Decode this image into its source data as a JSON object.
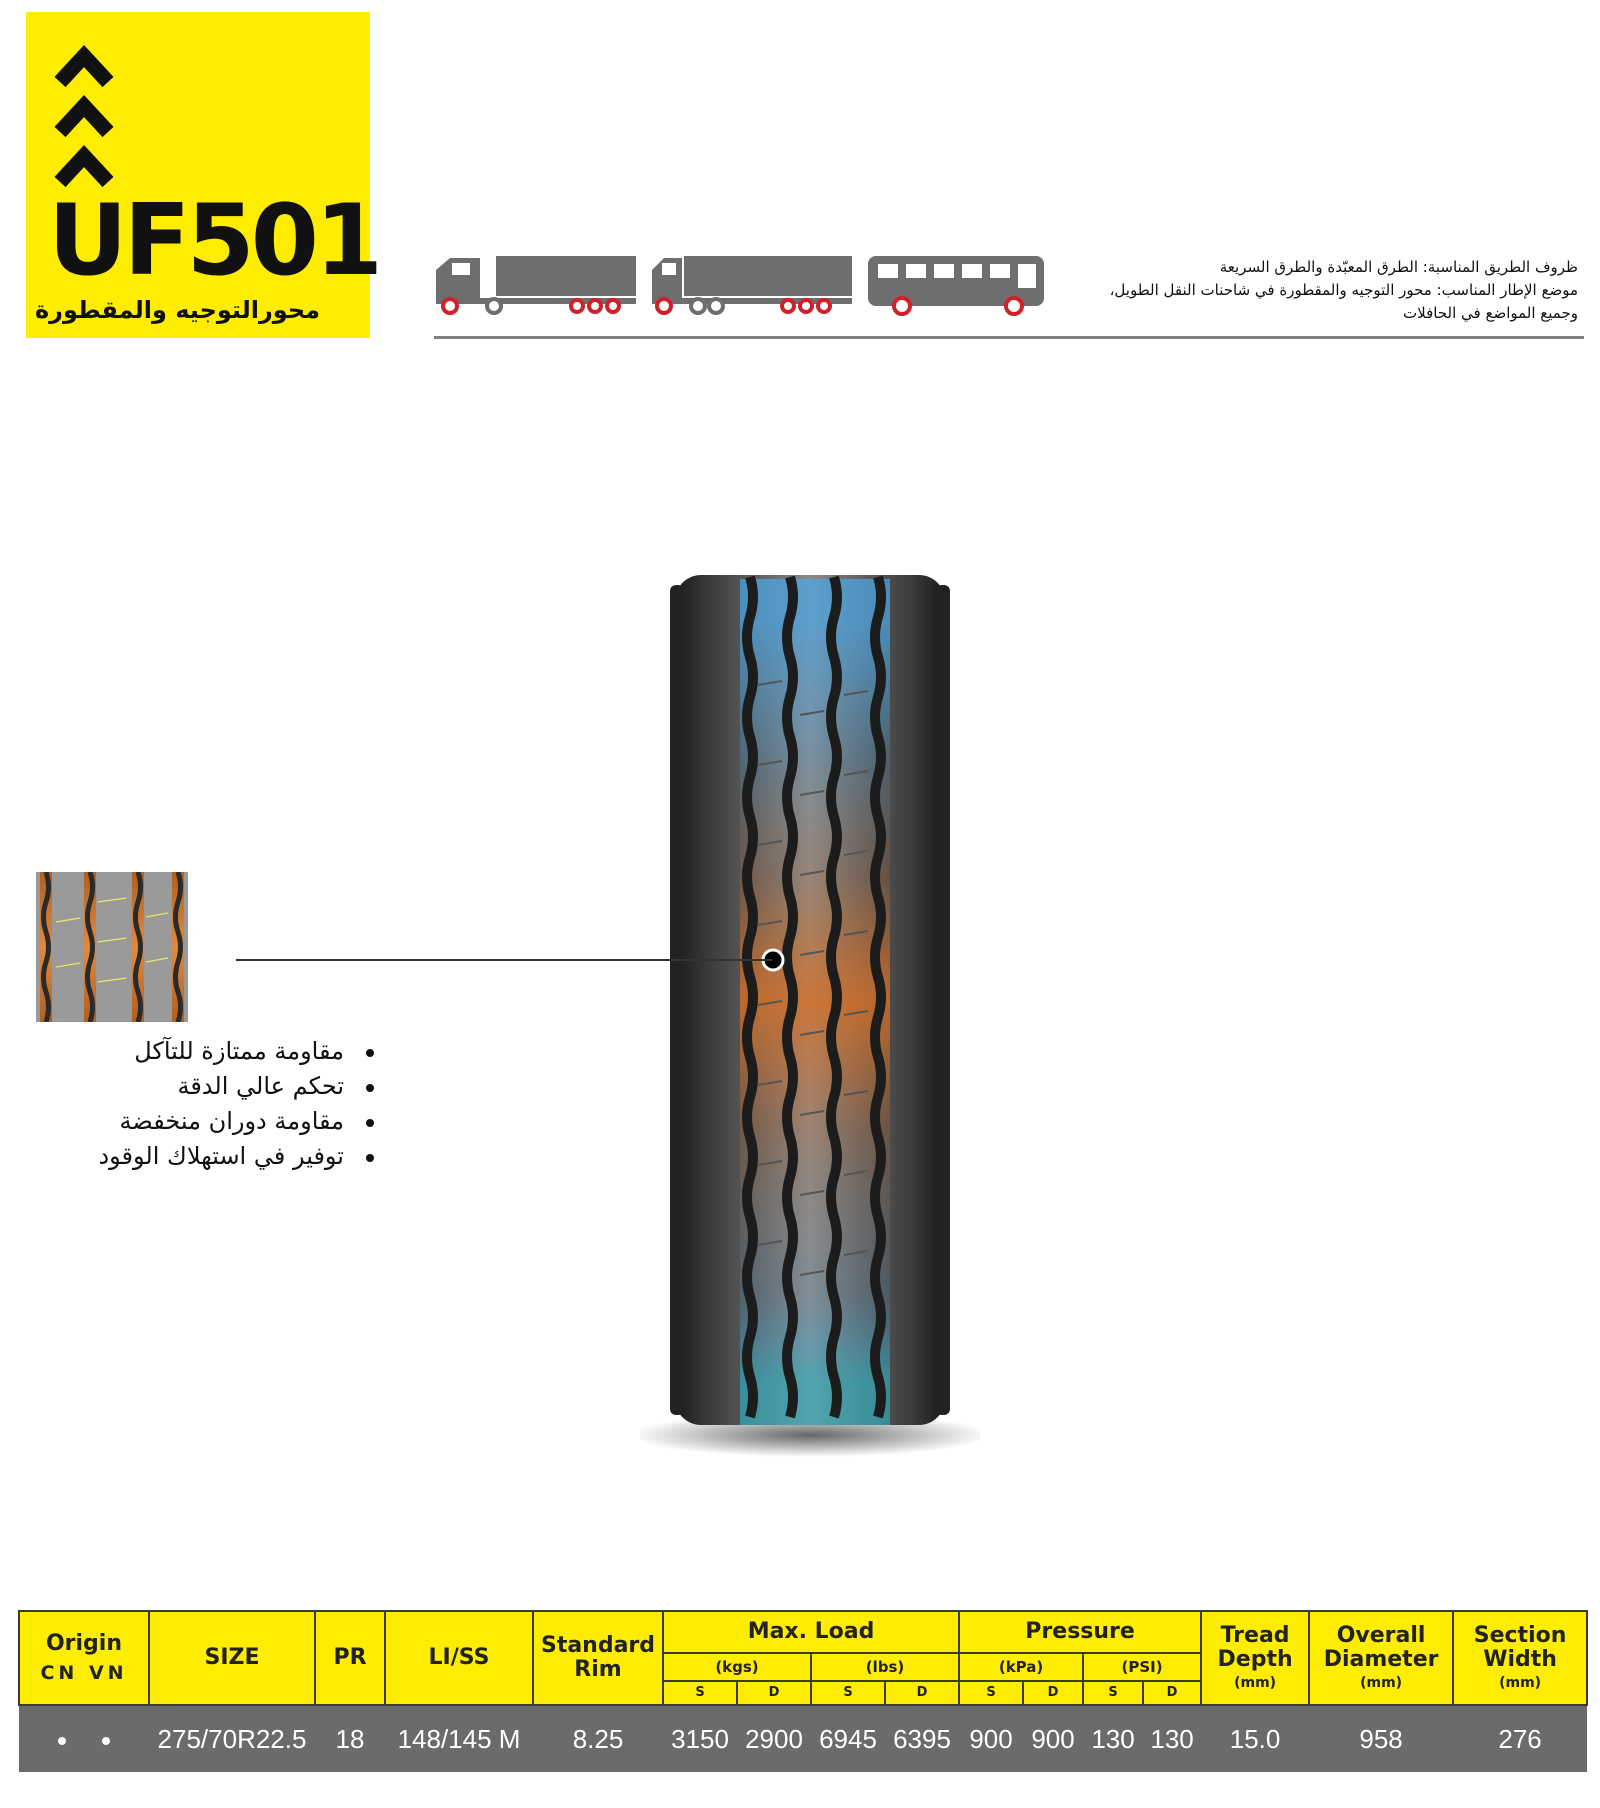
{
  "badge": {
    "model": "UF501",
    "subtitle": "محورالتوجيه والمقطورة",
    "background_color": "#ffed00",
    "icon": "triple-chevron-up-icon"
  },
  "road_info": {
    "line1": "ظروف الطريق المناسبة: الطرق المعبّدة والطرق السريعة",
    "line2": "موضع الإطار المناسب: محور التوجيه والمقطورة في شاحنات النقل الطويل،",
    "line3": "وجميع المواضع في الحافلات",
    "vehicle_icons": [
      "semi-truck-trailer-icon",
      "truck-trailer-icon",
      "bus-icon"
    ]
  },
  "features": [
    "مقاومة ممتازة للتآكل",
    "تحكم عالي الدقة",
    "مقاومة دوران منخفضة",
    "توفير في استهلاك الوقود"
  ],
  "table": {
    "headers": {
      "origin": "Origin",
      "origin_cn": "CN",
      "origin_vn": "VN",
      "size": "SIZE",
      "pr": "PR",
      "liss": "LI/SS",
      "rim_line1": "Standard",
      "rim_line2": "Rim",
      "max_load": "Max. Load",
      "kgs": "(kgs)",
      "lbs": "(lbs)",
      "pressure": "Pressure",
      "kpa": "(kPa)",
      "psi": "(PSI)",
      "s": "S",
      "d": "D",
      "tread_line1": "Tread",
      "tread_line2": "Depth",
      "overall_line1": "Overall",
      "overall_line2": "Diameter",
      "section_line1": "Section",
      "section_line2": "Width",
      "mm": "(mm)"
    },
    "row": {
      "size": "275/70R22.5",
      "pr": "18",
      "liss": "148/145 M",
      "rim": "8.25",
      "load_kgs_s": "3150",
      "load_kgs_d": "2900",
      "load_lbs_s": "6945",
      "load_lbs_d": "6395",
      "kpa_s": "900",
      "kpa_d": "900",
      "psi_s": "130",
      "psi_d": "130",
      "tread_depth": "15.0",
      "overall_diameter": "958",
      "section_width": "276"
    }
  }
}
